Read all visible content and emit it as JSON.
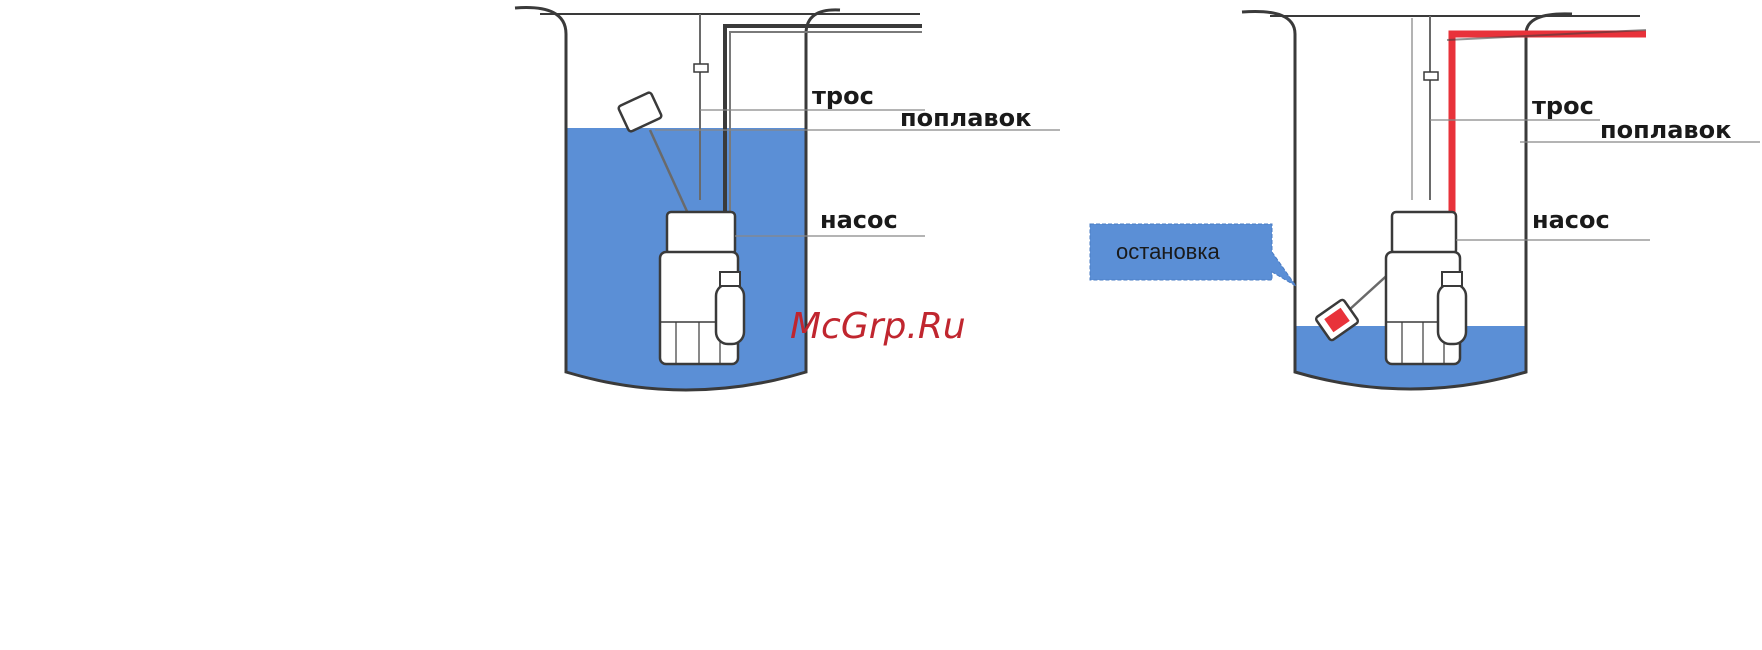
{
  "colors": {
    "water": "#5b8fd6",
    "outline": "#3a3a3a",
    "cable_active": "#e8323a",
    "cable_normal": "#3a3a3a",
    "watermark": "#c0262f",
    "callout": "#5b8fd6"
  },
  "left_panel": {
    "labels": {
      "cable": "трос",
      "float": "поплавок",
      "pump": "насос"
    },
    "water_level": 0.87
  },
  "right_panel": {
    "labels": {
      "cable": "трос",
      "float": "поплавок",
      "pump": "насос"
    },
    "callout": "остановка",
    "water_level": 0.22
  },
  "watermark": "McGrp.Ru",
  "icons": {
    "left_float": "float-switch-icon",
    "right_float": "float-switch-icon",
    "pump": "submersible-pump-icon"
  }
}
